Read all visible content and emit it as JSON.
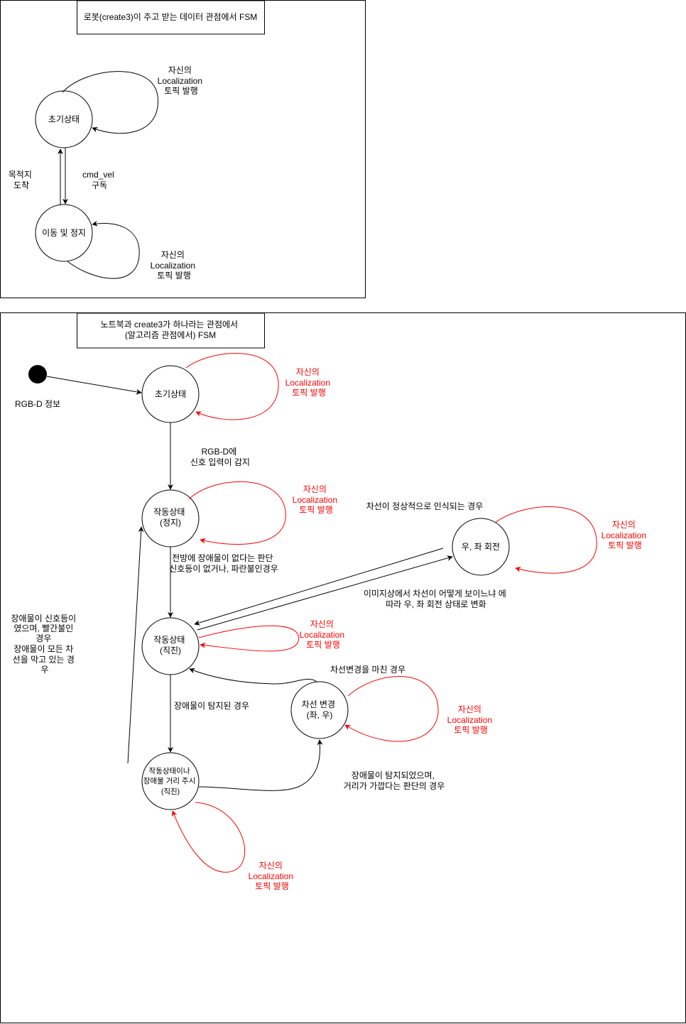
{
  "top_panel": {
    "title": "로봇(create3)이 주고 받는 데이터 관점에서 FSM",
    "state_initial": "초기상태",
    "state_moving": "이동 및 정지",
    "loop_initial_label": [
      "자신의",
      "Localization",
      "토픽 발행"
    ],
    "loop_moving_label": [
      "자신의",
      "Localization",
      "토픽 발행"
    ],
    "edge_arrival_label": [
      "목적지",
      "도착"
    ],
    "edge_cmd_vel_label": [
      "cmd_vel",
      "구독"
    ]
  },
  "bottom_panel": {
    "title": [
      "노트북과 create3가 하나라는 관점에서",
      "(알고리즘 관점에서) FSM"
    ],
    "start_label": "RGB-D 정보",
    "state_initial": "초기상태",
    "state_stopped": [
      "작동상태",
      "(정지)"
    ],
    "state_straight": [
      "작동상태",
      "(직진)"
    ],
    "state_watch": [
      "작동상태이나",
      "장애물 거리 주시",
      "(직진)"
    ],
    "state_turn": "우, 좌 회전",
    "state_lane_change": [
      "차선 변경",
      "(좌, 우)"
    ],
    "loops": {
      "initial": [
        "자신의",
        "Localization",
        "토픽 발행"
      ],
      "stopped": [
        "자신의",
        "Localization",
        "토픽 발행"
      ],
      "straight": [
        "자신의",
        "Localization",
        "토픽 발행"
      ],
      "watch": [
        "자신의",
        "Localization",
        "토픽 발행"
      ],
      "turn": [
        "자신의",
        "Localization",
        "토픽 발행"
      ],
      "lane_change": [
        "자신의",
        "Localization",
        "토픽 발행"
      ]
    },
    "edge_rgbd_detected": [
      "RGB-D에",
      "신호 입력이 감지"
    ],
    "edge_clear_ahead": [
      "전방에 장애물이 없다는 판단",
      "신호등이 없거나, 파란불인경우"
    ],
    "edge_obstacle_detected": "장애물이 탐지된 경우",
    "edge_back_to_stop": [
      "장애물이 신호등이",
      "였으며, 빨간불인",
      "경우",
      "장애물이 모든 차",
      "선을 막고 있는 경",
      "우"
    ],
    "edge_lane_recognized": "차선이 정상적으로 인식되는 경우",
    "edge_lane_view": [
      "이미지상에서 차선이 어떻게 보이느냐 에",
      "따라 우, 좌 회전 상태로 변화"
    ],
    "edge_lane_change_done": "차선변경을 마친 경우",
    "edge_obstacle_close": [
      "장애물이 탐지되었으며,",
      "거리가 가깝다는 판단의 경우"
    ]
  },
  "colors": {
    "line": "#000000",
    "highlight": "#ff0000",
    "background": "#ffffff"
  }
}
